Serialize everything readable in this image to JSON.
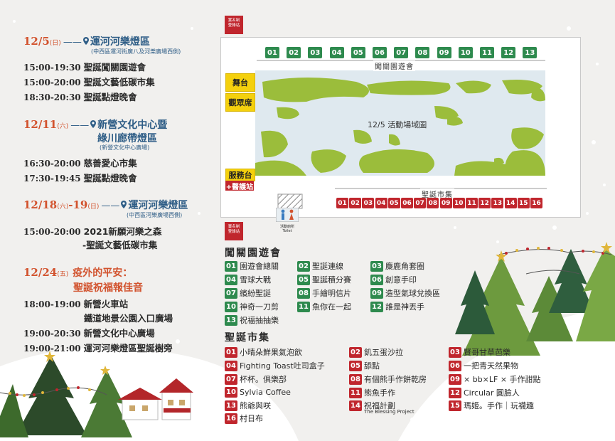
{
  "schedule": {
    "d1": {
      "date": "12/5",
      "day": "(日)",
      "venue": "運河河樂燈區",
      "venue_sub": "(中西區運河街廣八及河樂廣場西側)",
      "events": [
        {
          "time": "15:00-19:30",
          "name": "聖誕闖關園遊會"
        },
        {
          "time": "15:00-20:00",
          "name": "聖誕文藝低碳市集"
        },
        {
          "time": "18:30-20:30",
          "name": "聖誕點燈晚會"
        }
      ]
    },
    "d2": {
      "date": "12/11",
      "day": "(六)",
      "venue_line1": "新營文化中心暨",
      "venue_line2": "綠川廊帶燈區",
      "venue_sub": "(新營文化中心廣場)",
      "events": [
        {
          "time": "16:30-20:00",
          "name": "慈善愛心市集"
        },
        {
          "time": "17:30-19:45",
          "name": "聖誕點燈晚會"
        }
      ]
    },
    "d3": {
      "date_a": "12/18",
      "day_a": "(六)",
      "date_b": "-19",
      "day_b": "(日)",
      "venue": "運河河樂燈區",
      "venue_sub": "(中西區河樂廣場西側)",
      "event_time": "15:00-20:00",
      "event_line1": "2021新願河樂之森",
      "event_line2": "-聖誕文藝低碳市集"
    },
    "d4": {
      "date": "12/24",
      "day": "(五)",
      "title_line1": "疫外的平安：",
      "title_line2": "聖誕祝福報佳音",
      "events": [
        {
          "time": "18:00-19:00",
          "name": "新營火車站"
        },
        {
          "time": "",
          "name": "鐵道地景公園入口廣場"
        },
        {
          "time": "19:00-20:30",
          "name": "新營文化中心廣場"
        },
        {
          "time": "19:00-21:00",
          "name": "運河河樂燈區聖誕樹旁"
        }
      ]
    }
  },
  "map": {
    "info_top": "實名制\n登錄站",
    "info_bottom": "實名制\n登錄站",
    "game_booths": [
      "01",
      "02",
      "03",
      "04",
      "05",
      "06",
      "07",
      "08",
      "09",
      "10",
      "11",
      "12",
      "13"
    ],
    "game_label": "闖關園遊會",
    "stage": "舞台",
    "audience": "觀眾席",
    "service": "服務台",
    "first_aid": "+醫護站",
    "area_title": "12/5 活動場域圖",
    "market_label": "聖誕市集",
    "market_booths": [
      "01",
      "02",
      "03",
      "04",
      "05",
      "06",
      "07",
      "08",
      "09",
      "10",
      "11",
      "12",
      "13",
      "14",
      "15",
      "16"
    ],
    "toilet_label": "活動廁所\nToilet"
  },
  "legend": {
    "games_title": "闖關園遊會",
    "games": [
      {
        "no": "01",
        "name": "園遊會總關"
      },
      {
        "no": "02",
        "name": "聖誕連線"
      },
      {
        "no": "03",
        "name": "麋鹿角套圈"
      },
      {
        "no": "04",
        "name": "雪球大戰"
      },
      {
        "no": "05",
        "name": "聖誕積分賽"
      },
      {
        "no": "06",
        "name": "創意手印"
      },
      {
        "no": "07",
        "name": "繽紛聖誕"
      },
      {
        "no": "08",
        "name": "手繪明信片"
      },
      {
        "no": "09",
        "name": "造型氣球兌換區"
      },
      {
        "no": "10",
        "name": "神奇一刀剪"
      },
      {
        "no": "11",
        "name": "魚你在一起"
      },
      {
        "no": "12",
        "name": "誰是神丟手"
      },
      {
        "no": "13",
        "name": "祝福抽抽樂"
      }
    ],
    "market_title": "聖誕市集",
    "market": [
      {
        "no": "01",
        "name": "小晴朵鮮果氣泡飲"
      },
      {
        "no": "02",
        "name": "飢五蛋沙拉"
      },
      {
        "no": "03",
        "name": "賢哥甘草芭樂"
      },
      {
        "no": "04",
        "name": "Fighting Toast吐司盒子"
      },
      {
        "no": "05",
        "name": "舔點"
      },
      {
        "no": "06",
        "name": "一把青天然果物"
      },
      {
        "no": "07",
        "name": "杯杯。俱樂部"
      },
      {
        "no": "08",
        "name": "有個熊手作餅乾房"
      },
      {
        "no": "09",
        "name": "× bb×LF × 手作甜點"
      },
      {
        "no": "10",
        "name": "Sylvia Coffee"
      },
      {
        "no": "11",
        "name": "熊魚手作"
      },
      {
        "no": "12",
        "name": "Circular 圓臉人"
      },
      {
        "no": "13",
        "name": "熊爺與咲"
      },
      {
        "no": "14",
        "name": "祝福計劃"
      },
      {
        "no": "15",
        "name": "瑪姬。手作｜玩襪趣"
      },
      {
        "no": "16",
        "name": "村日布"
      }
    ],
    "market_14_sub": "The Blessing Project"
  },
  "colors": {
    "accent_orange": "#d2532e",
    "blue": "#2e5d86",
    "green": "#2e8a4e",
    "red": "#c0262d",
    "yellow": "#f4d00d"
  }
}
